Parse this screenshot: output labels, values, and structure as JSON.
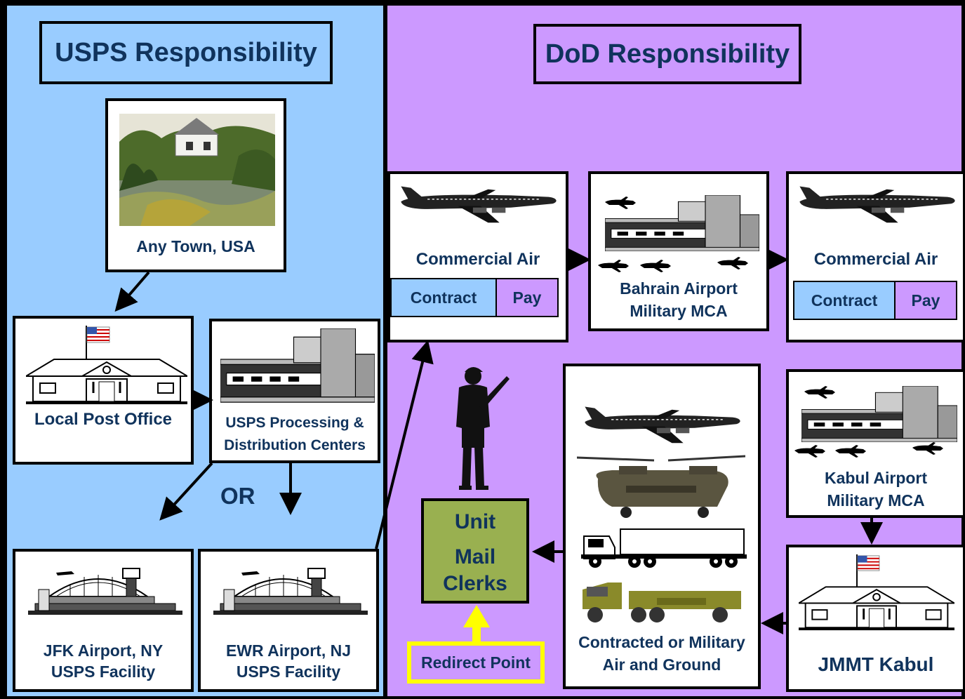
{
  "colors": {
    "usps_bg": "#99ccff",
    "dod_bg": "#cc99ff",
    "mail_clerks_bg": "#99b050",
    "redirect_border": "#ffff00",
    "text": "#10335c"
  },
  "usps": {
    "title": "USPS Responsibility",
    "any_town": "Any Town, USA",
    "local_post_office": "Local Post Office",
    "processing_line1": "USPS Processing &",
    "processing_line2": "Distribution Centers",
    "or": "OR",
    "jfk_line1": "JFK Airport, NY",
    "jfk_line2": "USPS Facility",
    "ewr_line1": "EWR Airport, NJ",
    "ewr_line2": "USPS Facility"
  },
  "dod": {
    "title": "DoD Responsibility",
    "commercial_air_1": "Commercial Air",
    "contract_1": "Contract",
    "pay_1": "Pay",
    "bahrain_line1": "Bahrain Airport",
    "bahrain_line2": "Military MCA",
    "commercial_air_2": "Commercial Air",
    "contract_2": "Contract",
    "pay_2": "Pay",
    "kabul_line1": "Kabul Airport",
    "kabul_line2": "Military MCA",
    "jmmt": "JMMT Kabul",
    "contracted_line1": "Contracted or Military",
    "contracted_line2": "Air and Ground",
    "unit": "Unit",
    "mail": "Mail",
    "clerks": "Clerks",
    "redirect": "Redirect Point"
  }
}
